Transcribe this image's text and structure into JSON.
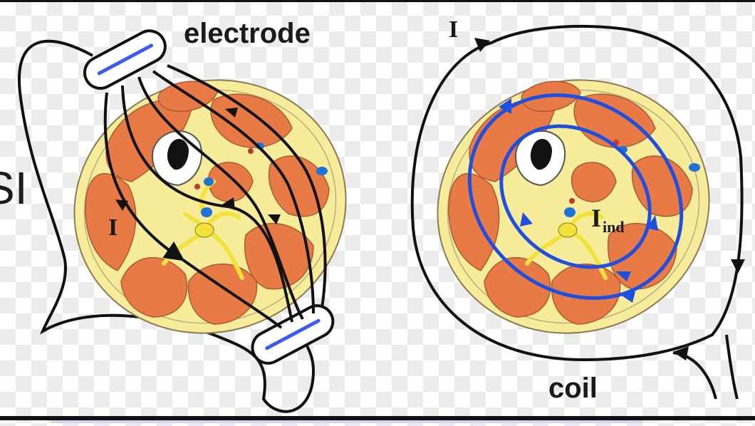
{
  "labels": {
    "electrode": "electrode",
    "partial_left": "SI",
    "current_left": "I",
    "current_right": "I",
    "induced_main": "I",
    "induced_sub": "ind",
    "coil": "coil"
  },
  "colors": {
    "muscle": "#e87a45",
    "fat": "#f7ec9a",
    "bone_ring": "#ffffff",
    "marrow": "#111111",
    "current_lines": "#111111",
    "induced_current": "#1f4fe0",
    "electrode_strip": "#3b5cf0",
    "vein": "#1e73d8",
    "artery": "#c0392b",
    "nerve": "#f3e23a"
  }
}
